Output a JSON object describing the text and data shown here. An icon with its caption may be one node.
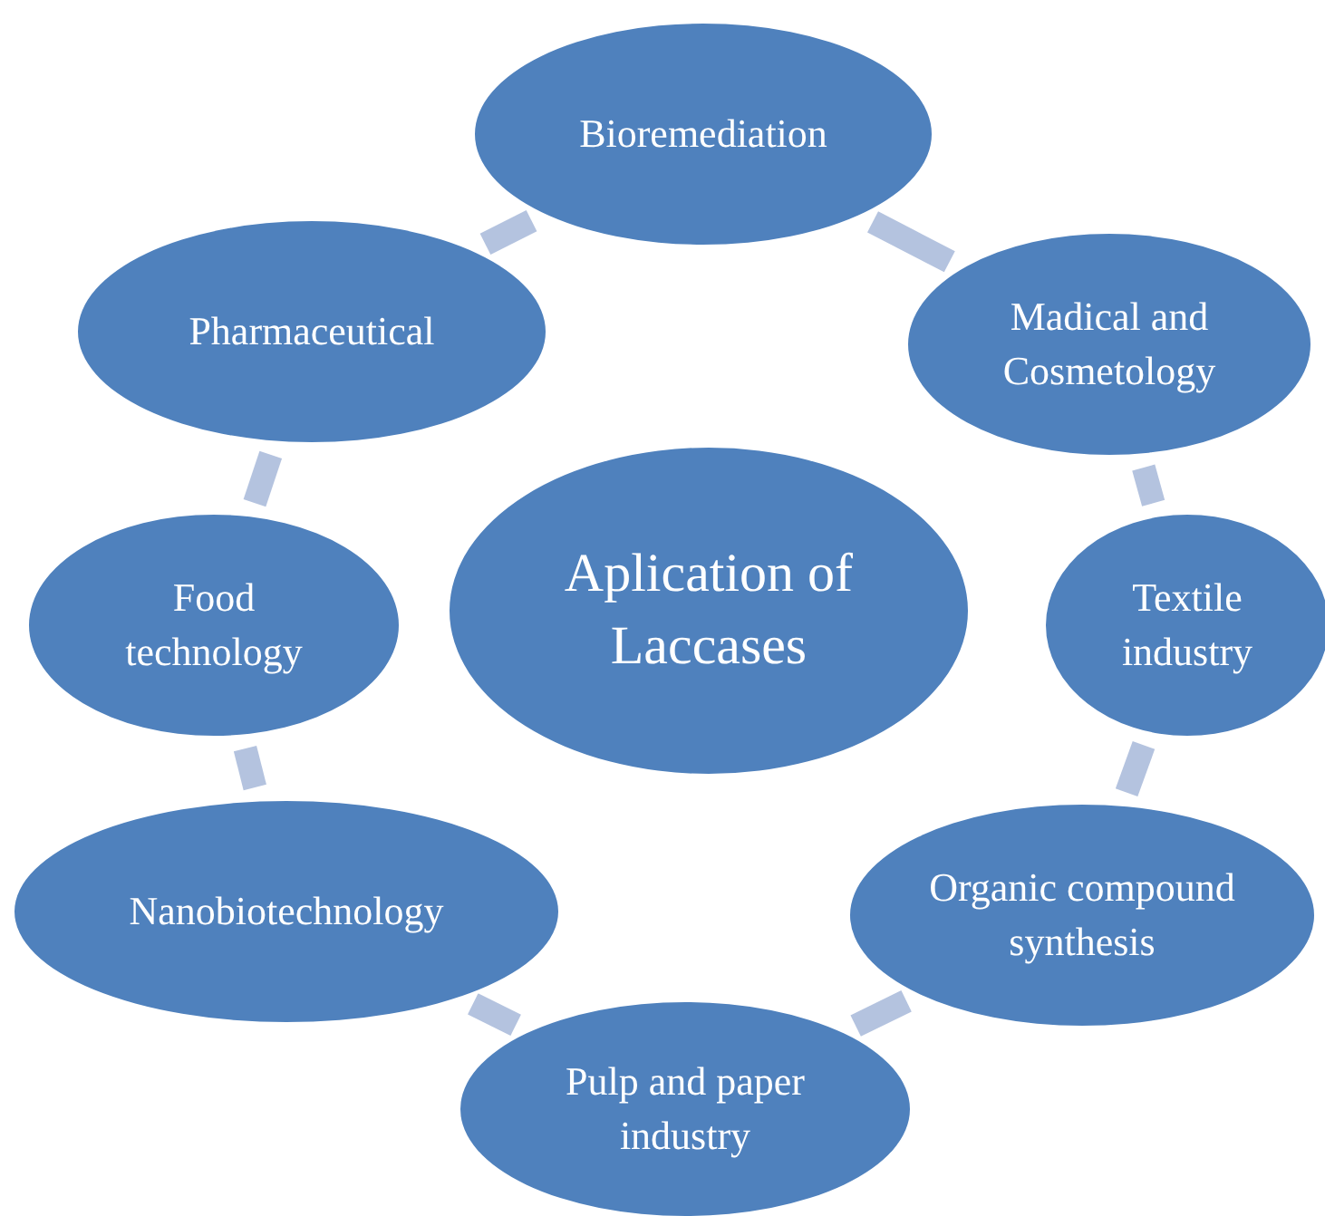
{
  "diagram": {
    "nodes": [
      {
        "text": [
          "Aplication of Laccases"
        ]
      },
      {
        "text": [
          "Bioremediation"
        ]
      },
      {
        "text": [
          "Madical and Cosmetology"
        ]
      },
      {
        "text": [
          "Textile industry"
        ]
      },
      {
        "text": [
          "Organic compound synthesis"
        ]
      },
      {
        "text": [
          "Pulp and paper industry"
        ]
      },
      {
        "text": [
          "Nanobiotechnology"
        ]
      },
      {
        "text": [
          "Food technology"
        ]
      },
      {
        "text": [
          "Pharmaceutical"
        ]
      }
    ],
    "edges": [
      {
        "from": 1,
        "to": 2,
        "arrow": "none"
      },
      {
        "from": 2,
        "to": 3,
        "arrow": "none"
      },
      {
        "from": 3,
        "to": 4,
        "arrow": "none"
      },
      {
        "from": 4,
        "to": 5,
        "arrow": "none"
      },
      {
        "from": 5,
        "to": 6,
        "arrow": "none"
      },
      {
        "from": 6,
        "to": 7,
        "arrow": "none"
      },
      {
        "from": 7,
        "to": 8,
        "arrow": "none"
      },
      {
        "from": 8,
        "to": 1,
        "arrow": "none"
      }
    ]
  }
}
